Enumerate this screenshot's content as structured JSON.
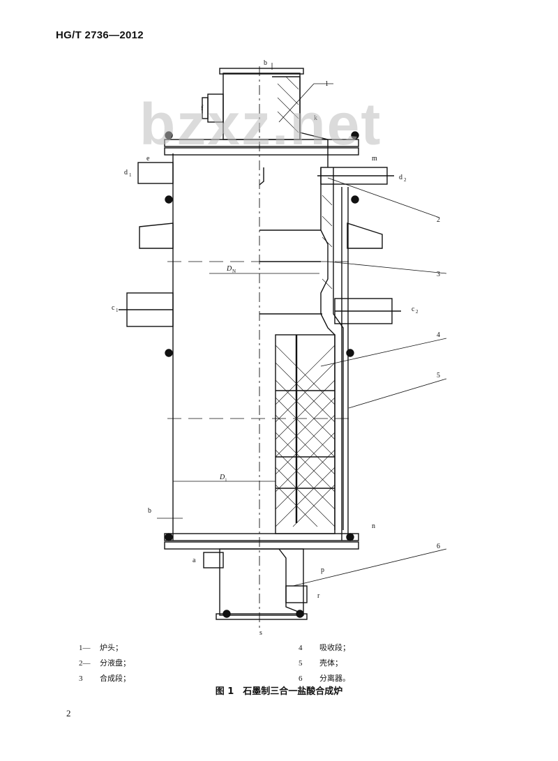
{
  "header": {
    "standard_code": "HG/T 2736—2012"
  },
  "watermark": {
    "text": "bzxz.net"
  },
  "drawing": {
    "labels": {
      "b_top": "b",
      "f": "f",
      "k": "k",
      "e": "e",
      "d1": "d",
      "d1_sub": "1",
      "m": "m",
      "d2": "d",
      "d2_sub": "2",
      "c1": "c",
      "c1_sub": "1",
      "c2": "c",
      "c2_sub": "2",
      "DN": "D",
      "DN_sub": "N",
      "Di": "D",
      "Di_sub": "i",
      "b_bottom": "b",
      "n": "n",
      "a": "a",
      "p": "p",
      "r": "r",
      "s": "s",
      "ref1": "1",
      "ref2": "2",
      "ref3": "3",
      "ref4": "4",
      "ref5": "5",
      "ref6": "6"
    }
  },
  "legend": {
    "left": [
      {
        "num": "1—",
        "text": "炉头；"
      },
      {
        "num": "2—",
        "text": "分液盘；"
      },
      {
        "num": "3",
        "text": "合成段；"
      }
    ],
    "right": [
      {
        "num": "4",
        "text": "吸收段；"
      },
      {
        "num": "5",
        "text": "壳体；"
      },
      {
        "num": "6",
        "text": "分离器。"
      }
    ]
  },
  "caption": "图 1　石墨制三合一盐酸合成炉",
  "page_number": "2"
}
